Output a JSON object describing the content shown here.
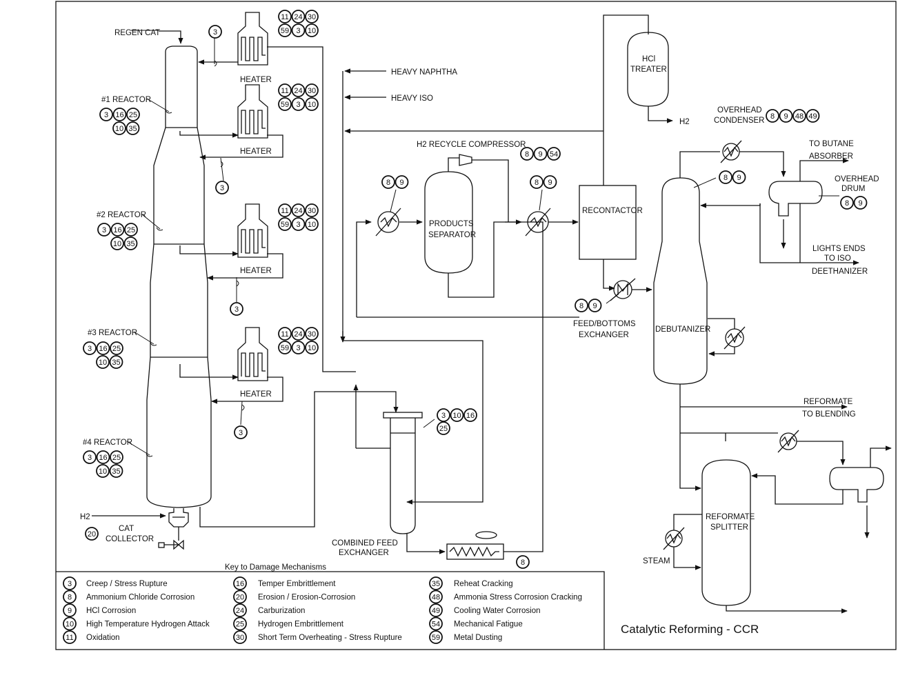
{
  "title": "Catalytic Reforming - CCR",
  "key_heading": "Key to Damage Mechanisms",
  "labels": {
    "regen_cat": "REGEN CAT",
    "reactor1": "#1 REACTOR",
    "reactor2": "#2 REACTOR",
    "reactor3": "#3 REACTOR",
    "reactor4": "#4 REACTOR",
    "heater": "HEATER",
    "h2_in": "H2",
    "cat": "CAT",
    "collector": "COLLECTOR",
    "heavy_naphtha": "HEAVY NAPHTHA",
    "heavy_iso": "HEAVY ISO",
    "h2_recycle_compressor": "H2 RECYCLE COMPRESSOR",
    "products": "PRODUCTS",
    "separator": "SEPARATOR",
    "hcl": "HCl",
    "treater": "TREATER",
    "h2_out": "H2",
    "recontactor": "RECONTACTOR",
    "overhead": "OVERHEAD",
    "condenser": "CONDENSER",
    "to_butane": "TO BUTANE",
    "absorber": "ABSORBER",
    "overhead_drum_1": "OVERHEAD",
    "overhead_drum_2": "DRUM",
    "lights_ends": "LIGHTS ENDS",
    "to_iso": "TO ISO",
    "deethanizer": "DEETHANIZER",
    "debutanizer": "DEBUTANIZER",
    "feed_bottoms": "FEED/BOTTOMS",
    "exchanger": "EXCHANGER",
    "reformate": "REFORMATE",
    "to_blending": "TO BLENDING",
    "combined_feed": "COMBINED FEED",
    "combined_exchanger": "EXCHANGER",
    "reformate_splitter_1": "REFORMATE",
    "reformate_splitter_2": "SPLITTER",
    "steam": "STEAM"
  },
  "damage_badges": {
    "heater": [
      [
        "11",
        "24",
        "30"
      ],
      [
        "59",
        "3",
        "10"
      ]
    ],
    "reactor": [
      [
        "3",
        "16",
        "25"
      ],
      [
        "10",
        "35"
      ]
    ],
    "regen_line": [
      "3"
    ],
    "heater_return": [
      "3"
    ],
    "cat_collector": [
      "20"
    ],
    "products_separator_inlet": [
      "8",
      "9"
    ],
    "compressor_discharge": [
      "8",
      "9",
      "54"
    ],
    "recontactor_inlet": [
      "8",
      "9"
    ],
    "overhead_condenser": [
      "8",
      "9",
      "48",
      "49"
    ],
    "debutanizer_top": [
      "8",
      "9"
    ],
    "overhead_drum": [
      "8",
      "9"
    ],
    "feed_bottoms_exchanger": [
      "8",
      "9"
    ],
    "combined_feed_exchanger": [
      [
        "3",
        "10",
        "16"
      ],
      [
        "25"
      ]
    ],
    "air_cooler": [
      "8"
    ]
  },
  "legend": [
    {
      "code": "3",
      "text": "Creep / Stress Rupture"
    },
    {
      "code": "8",
      "text": "Ammonium Chloride Corrosion"
    },
    {
      "code": "9",
      "text": "HCl Corrosion"
    },
    {
      "code": "10",
      "text": "High Temperature Hydrogen Attack"
    },
    {
      "code": "11",
      "text": "Oxidation"
    },
    {
      "code": "16",
      "text": "Temper Embrittlement"
    },
    {
      "code": "20",
      "text": "Erosion / Erosion-Corrosion"
    },
    {
      "code": "24",
      "text": "Carburization"
    },
    {
      "code": "25",
      "text": "Hydrogen Embrittlement"
    },
    {
      "code": "30",
      "text": "Short Term Overheating - Stress Rupture"
    },
    {
      "code": "35",
      "text": "Reheat Cracking"
    },
    {
      "code": "48",
      "text": "Ammonia Stress Corrosion Cracking"
    },
    {
      "code": "49",
      "text": "Cooling Water Corrosion"
    },
    {
      "code": "54",
      "text": "Mechanical Fatigue"
    },
    {
      "code": "59",
      "text": "Metal Dusting"
    }
  ]
}
